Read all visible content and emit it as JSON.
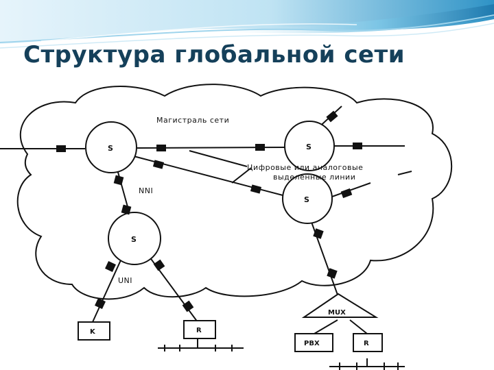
{
  "slide": {
    "title": "Структура глобальной сети"
  },
  "diagram": {
    "cloud_label": "Магистраль сети",
    "lines_label_1": "Цифровые или аналоговые",
    "lines_label_2": "выделенные линии",
    "nni_label": "NNI",
    "uni_label": "UNI",
    "switch_label": "S",
    "mux_label": "MUX",
    "terminal_k": "K",
    "router_label": "R",
    "pbx_label": "PBX"
  },
  "colors": {
    "title": "#15405a",
    "header_wave": "#3aa0d0",
    "ink": "#111111"
  }
}
